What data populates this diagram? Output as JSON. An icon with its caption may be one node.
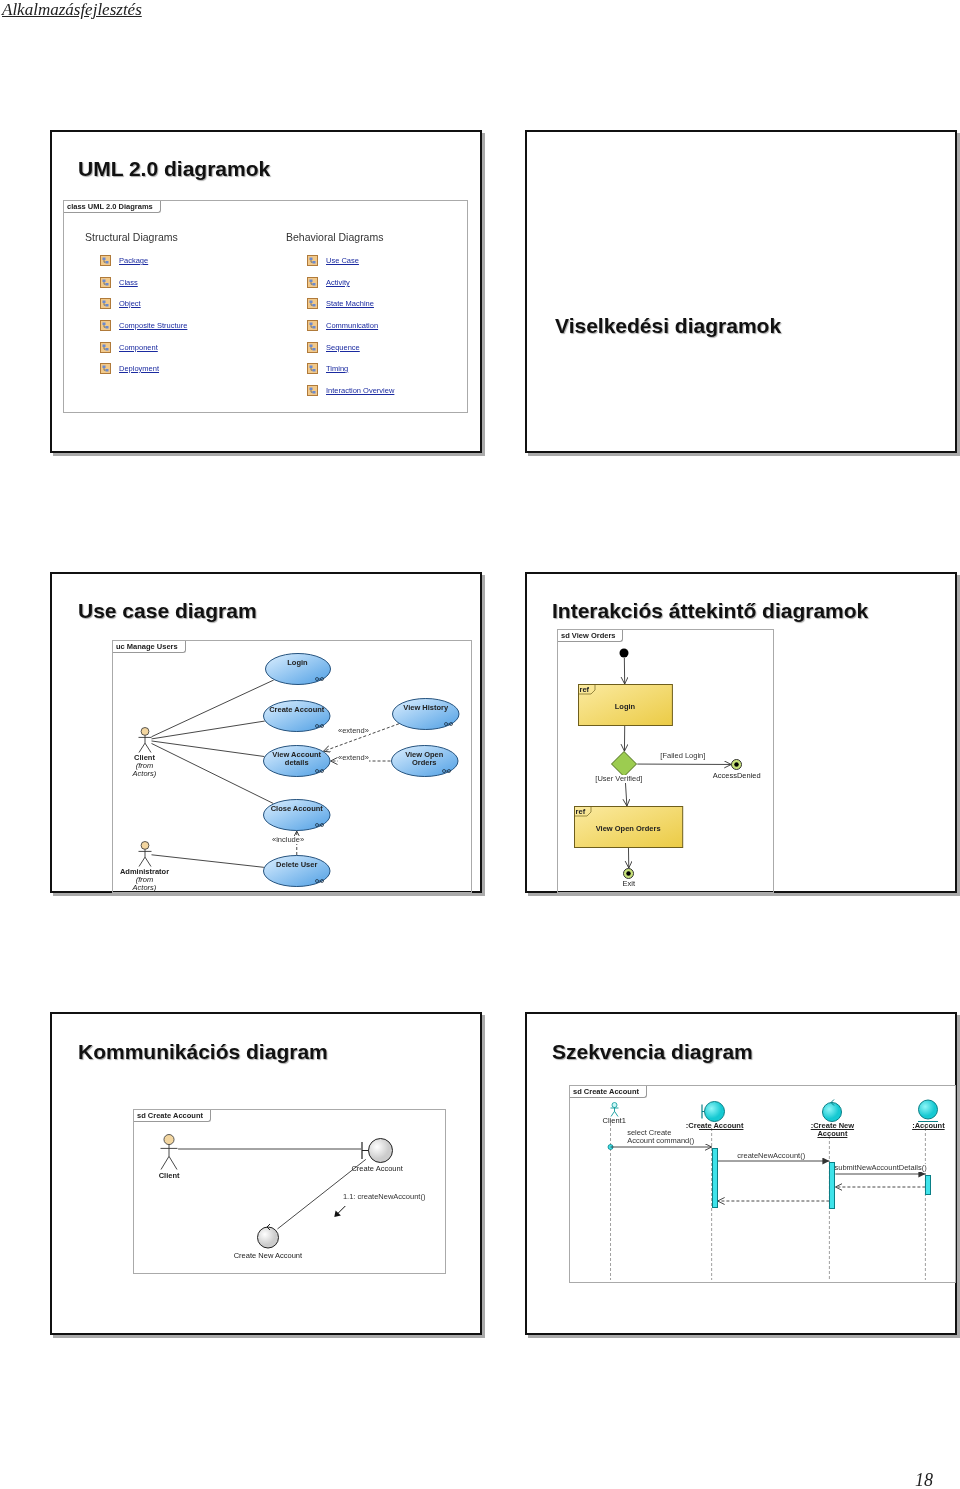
{
  "diagram": {
    "nodes": [
      {
        "text": [
          "UML 2.0 diagramok"
        ]
      },
      {
        "text": [
          "class UML 2.0 Diagrams",
          "Structural Diagrams",
          "Package",
          "Class",
          "Object",
          "Composite Structure",
          "Component",
          "Deployment",
          "Behavioral Diagrams",
          "Use Case",
          "Activity",
          "State Machine",
          "Communication",
          "Sequence",
          "Timing",
          "Interaction Overview"
        ],
        "in": 0
      },
      {
        "text": [
          "Viselkedési diagramok"
        ]
      },
      {
        "text": [
          "Use case diagram"
        ]
      },
      {
        "text": [
          "uc Manage Users"
        ],
        "in": 3
      },
      {
        "text": [
          "Login"
        ],
        "in": 4
      },
      {
        "text": [
          "Create Account"
        ],
        "in": 4
      },
      {
        "text": [
          "View History"
        ],
        "in": 4
      },
      {
        "text": [],
        "shape": "person",
        "beside": [
          "Client",
          "(from Actors)"
        ],
        "in": 4
      },
      {
        "text": [
          "View Account details"
        ],
        "in": 4
      },
      {
        "text": [
          "View Open Orders"
        ],
        "in": 4
      },
      {
        "text": [
          "Close Account"
        ],
        "in": 4
      },
      {
        "text": [],
        "shape": "person",
        "beside": [
          "Administrator",
          "(from Actors)"
        ],
        "in": 4
      },
      {
        "text": [
          "Delete User"
        ],
        "in": 4
      },
      {
        "text": [
          "Interakciós áttekintő diagramok"
        ]
      },
      {
        "text": [
          "sd View Orders"
        ],
        "in": 14
      },
      {
        "text": [],
        "shape": "circle",
        "in": 15
      },
      {
        "text": [
          "ref",
          "Login"
        ],
        "in": 15
      },
      {
        "text": [],
        "shape": "diamond",
        "in": 15
      },
      {
        "text": [],
        "shape": "circle",
        "beside": [
          "AccessDenied"
        ],
        "in": 15
      },
      {
        "text": [
          "ref",
          "View Open Orders"
        ],
        "in": 15
      },
      {
        "text": [],
        "shape": "circle",
        "beside": [
          "Exit"
        ],
        "in": 15
      },
      {
        "text": [
          "Kommunikációs diagram"
        ]
      },
      {
        "text": [
          "sd Create Account"
        ],
        "in": 22
      },
      {
        "text": [],
        "shape": "person",
        "beside": [
          "Client"
        ],
        "in": 23
      },
      {
        "text": [],
        "shape": "circle",
        "beside": [
          "Create Account"
        ],
        "in": 23
      },
      {
        "text": [],
        "shape": "circle",
        "beside": [
          "Create New Account"
        ],
        "in": 23
      },
      {
        "text": [
          "Szekvencia diagram"
        ]
      },
      {
        "text": [
          "sd Create Account"
        ],
        "in": 27
      },
      {
        "text": [],
        "shape": "person",
        "beside": [
          "Client1"
        ],
        "in": 28
      },
      {
        "text": [],
        "shape": "circle",
        "beside": [
          ":Create Account"
        ],
        "in": 28
      },
      {
        "text": [],
        "shape": "circle",
        "beside": [
          ":Create New Account"
        ],
        "in": 28
      },
      {
        "text": [],
        "shape": "circle",
        "beside": [
          ":Account"
        ],
        "in": 28
      },
      {
        "text": [],
        "shape": "bar",
        "in": 28
      },
      {
        "text": [],
        "shape": "bar",
        "in": 28
      },
      {
        "text": [],
        "shape": "bar",
        "in": 28
      }
    ],
    "edges": [
      {
        "from": 8,
        "to": 5,
        "arrow": "none"
      },
      {
        "from": 8,
        "to": 6,
        "arrow": "none"
      },
      {
        "from": 8,
        "to": 9,
        "arrow": "none"
      },
      {
        "from": 8,
        "to": 11,
        "arrow": "none"
      },
      {
        "from": 7,
        "to": 9,
        "arrow": "to",
        "style": "dashed",
        "label": "«extend»"
      },
      {
        "from": 10,
        "to": 9,
        "arrow": "to",
        "style": "dashed",
        "label": "«extend»"
      },
      {
        "from": 13,
        "to": 11,
        "arrow": "to",
        "style": "dashed",
        "label": "«include»"
      },
      {
        "from": 12,
        "to": 13,
        "arrow": "none"
      },
      {
        "from": 16,
        "to": 17,
        "arrow": "to"
      },
      {
        "from": 17,
        "to": 18,
        "arrow": "to"
      },
      {
        "from": 18,
        "to": 19,
        "arrow": "to",
        "label": "[Failed Login]"
      },
      {
        "from": 18,
        "to": 20,
        "arrow": "to",
        "label": "[User Verified]"
      },
      {
        "from": 20,
        "to": 21,
        "arrow": "to"
      },
      {
        "from": 24,
        "to": 25,
        "arrow": "none"
      },
      {
        "from": 25,
        "to": 26,
        "arrow": "none",
        "label": "1.1: createNewAccount()"
      },
      {
        "from": 29,
        "to": 33,
        "arrow": "to",
        "label": "select Create Account command()"
      },
      {
        "from": 33,
        "to": 34,
        "arrow": "to",
        "label": "createNewAccount()"
      },
      {
        "from": 34,
        "to": 35,
        "arrow": "to",
        "label": "submitNewAccountDetails()"
      },
      {
        "from": 35,
        "to": 34,
        "arrow": "to",
        "style": "dashed"
      },
      {
        "from": 34,
        "to": 33,
        "arrow": "to",
        "style": "dashed"
      }
    ],
    "labels": [
      "Alkalmazásfejlesztés",
      "18"
    ]
  }
}
